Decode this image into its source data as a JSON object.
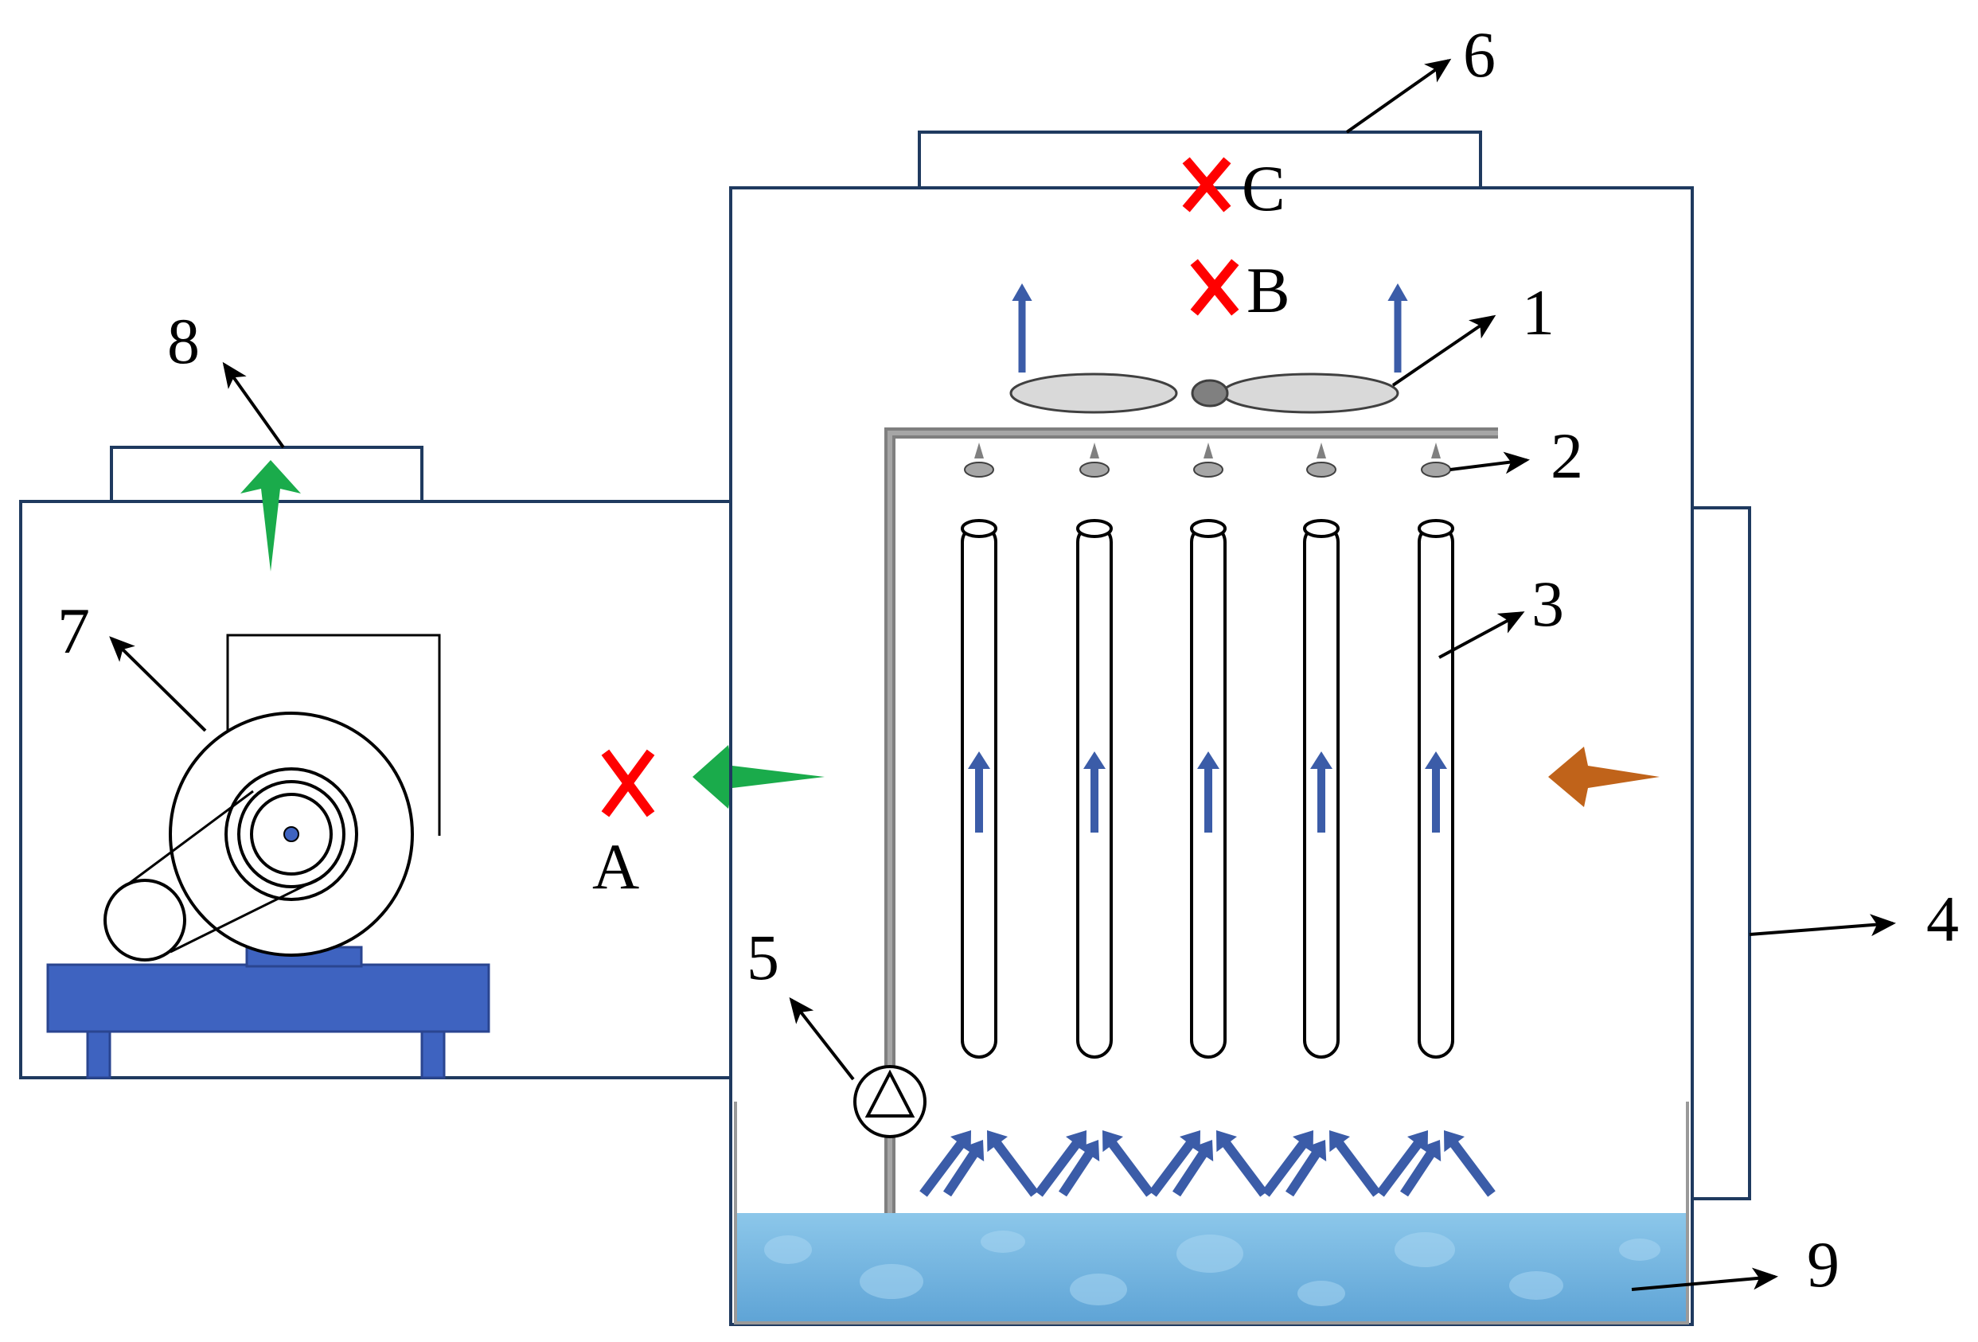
{
  "labels": {
    "fan": "1",
    "nozzle": "2",
    "tube": "3",
    "side_panel": "4",
    "pump": "5",
    "top_outlet": "6",
    "blower": "7",
    "blower_outlet": "8",
    "water_basin": "9"
  },
  "points": {
    "a": "A",
    "b": "B",
    "c": "C"
  },
  "colors": {
    "frame": "#1f3a5f",
    "blue_arrow": "#3b5ca8",
    "green_arrow": "#1aab4b",
    "orange_arrow": "#c0631a",
    "red_mark": "#ff0000",
    "water": "#7fb8e0",
    "blower_base": "#3e63c0",
    "pipe": "#7f7f7f",
    "fan_blade": "#d9d9d9"
  }
}
